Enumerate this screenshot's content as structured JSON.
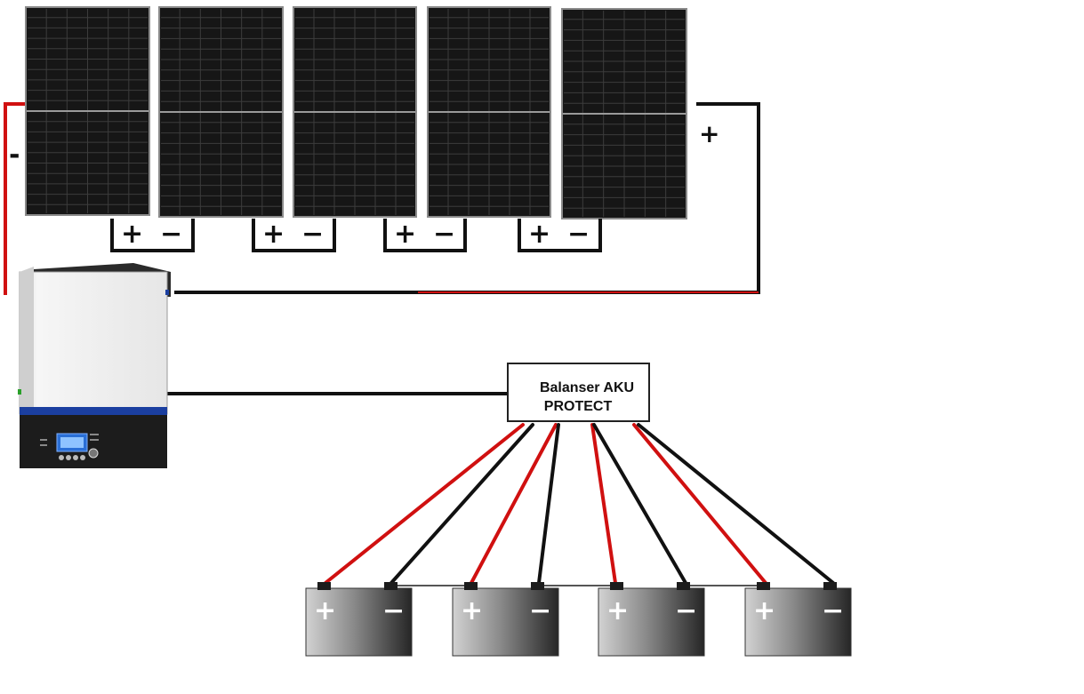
{
  "colors": {
    "positive_wire": "#d01010",
    "negative_wire": "#111111",
    "panel_cell": "#161616",
    "panel_grid": "#3c3c3c",
    "inverter_body": "#f0f0f0",
    "inverter_base": "#1a1a1a",
    "inverter_accent": "#1b3fa0",
    "battery_light": "#c9c9c9",
    "battery_dark": "#2b2b2b"
  },
  "icons": {
    "solar_panel": "solar-panel-icon",
    "inverter": "inverter-icon",
    "battery": "battery-icon",
    "balancer": "balancer-icon"
  },
  "symbols": {
    "plus": "+",
    "minus": "−"
  },
  "string_terminals": {
    "negative": "-",
    "positive": "+"
  },
  "balancer": {
    "line1": "Balanser AKU",
    "line2": "PROTECT"
  },
  "panel_count": 5,
  "battery_count": 4
}
